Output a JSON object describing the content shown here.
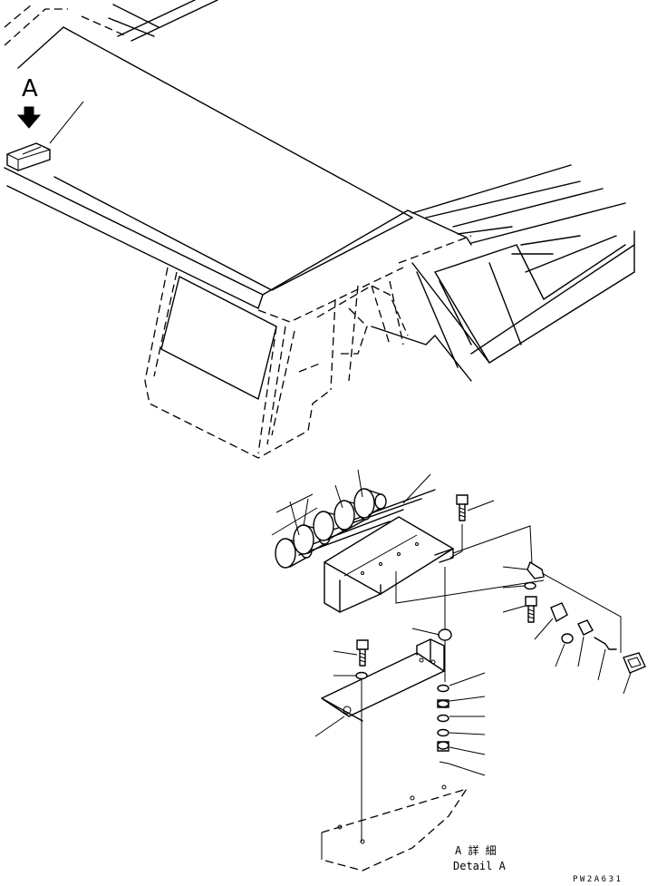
{
  "view_label": "A",
  "detail_caption": {
    "japanese": "A 詳 細",
    "english": "Detail A"
  },
  "drawing_code": "PW2A631"
}
